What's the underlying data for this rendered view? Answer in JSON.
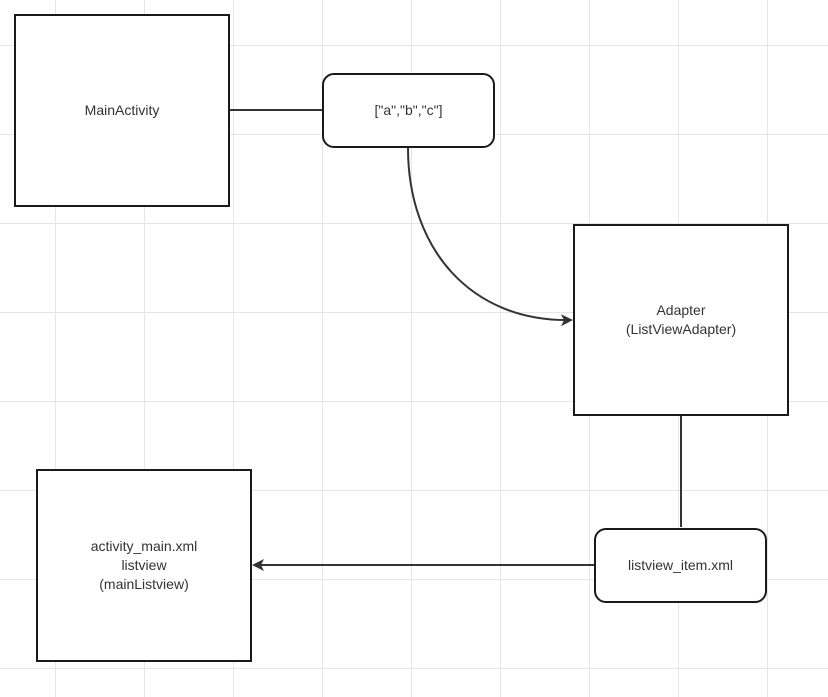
{
  "diagram": {
    "nodes": {
      "main_activity": {
        "label": "MainActivity"
      },
      "array": {
        "label": "[\"a\",\"b\",\"c\"]"
      },
      "adapter": {
        "label": "Adapter\n(ListViewAdapter)"
      },
      "activity_main": {
        "label": "activity_main.xml\nlistview\n(mainListview)"
      },
      "listview_item": {
        "label": "listview_item.xml"
      }
    },
    "edges": [
      {
        "from": "main_activity",
        "to": "array",
        "style": "line"
      },
      {
        "from": "array",
        "to": "adapter",
        "style": "curved-arrow"
      },
      {
        "from": "adapter",
        "to": "listview_item",
        "style": "line"
      },
      {
        "from": "listview_item",
        "to": "activity_main",
        "style": "arrow"
      }
    ],
    "colors": {
      "stroke": "#1a1a1a",
      "text": "#333333",
      "grid": "#e6e6e6",
      "background": "#ffffff"
    }
  }
}
